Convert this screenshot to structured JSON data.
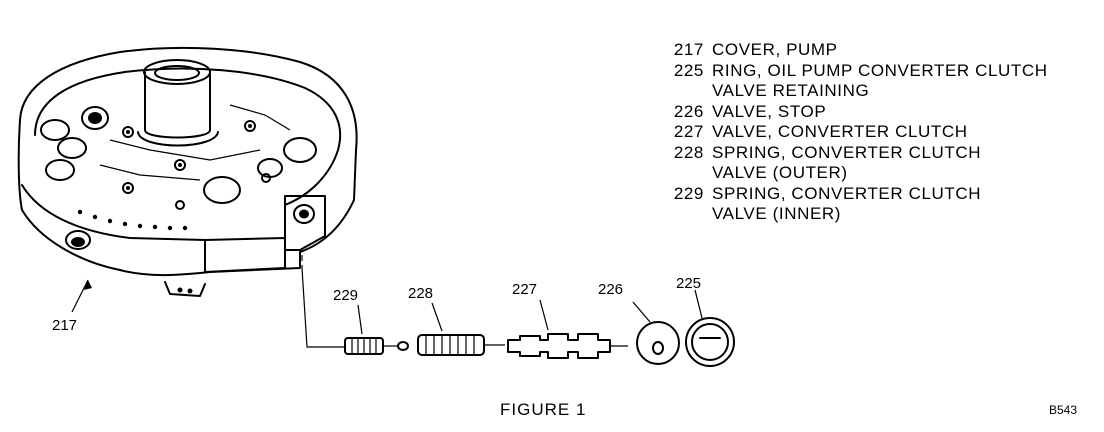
{
  "legend": [
    {
      "number": "217",
      "description": "COVER, PUMP"
    },
    {
      "number": "225",
      "description": "RING, OIL PUMP CONVERTER CLUTCH"
    },
    {
      "number": "",
      "description": "VALVE RETAINING"
    },
    {
      "number": "226",
      "description": "VALVE, STOP"
    },
    {
      "number": "227",
      "description": "VALVE, CONVERTER CLUTCH"
    },
    {
      "number": "228",
      "description": "SPRING, CONVERTER CLUTCH"
    },
    {
      "number": "",
      "description": "VALVE (OUTER)"
    },
    {
      "number": "229",
      "description": "SPRING, CONVERTER CLUTCH"
    },
    {
      "number": "",
      "description": "VALVE (INNER)"
    }
  ],
  "callouts": {
    "c217": "217",
    "c229": "229",
    "c228": "228",
    "c227": "227",
    "c226": "226",
    "c225": "225"
  },
  "caption": "FIGURE 1",
  "figure_code": "B543"
}
